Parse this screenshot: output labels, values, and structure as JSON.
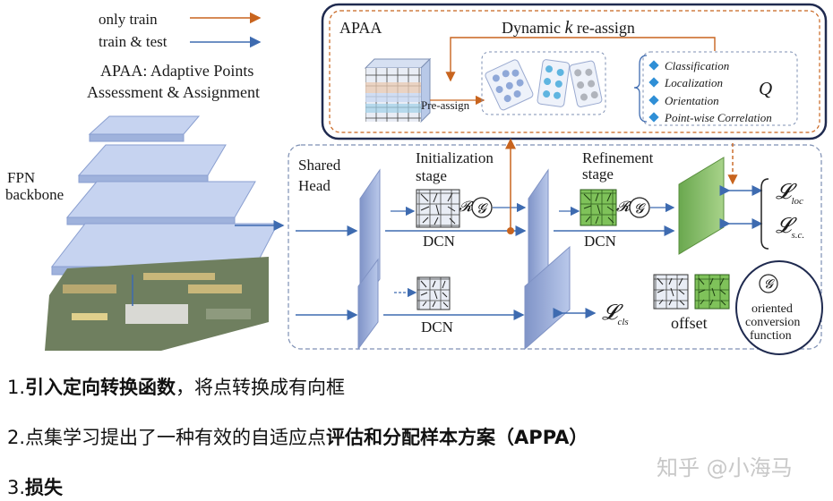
{
  "legend": {
    "only_train": "only train",
    "train_test": "train & test",
    "apaa_line1": "APAA: Adaptive Points",
    "apaa_line2": "Assessment & Assignment"
  },
  "fpn": {
    "line1": "FPN",
    "line2": "backbone"
  },
  "apaa_box": {
    "title": "APAA",
    "dynamic_prefix": "Dynamic ",
    "dynamic_k": "k",
    "dynamic_suffix": " re-assign",
    "pre_assign": "Pre-assign",
    "items": [
      "Classification",
      "Localization",
      "Orientation",
      "Point-wise Correlation"
    ],
    "q": "Q"
  },
  "head": {
    "shared_line1": "Shared",
    "shared_line2": "Head",
    "init_line1": "Initialization",
    "init_line2": "stage",
    "refine_line1": "Refinement",
    "refine_line2": "stage",
    "dcn": "DCN",
    "r": "𝓡",
    "g": "𝓖",
    "loss_loc_main": "𝓛",
    "loss_loc_sub": "loc",
    "loss_sc_main": "𝓛",
    "loss_sc_sub": "s.c.",
    "loss_cls_main": "𝓛",
    "loss_cls_sub": "cls",
    "offset": "offset",
    "oriented_line1": "oriented",
    "oriented_line2": "conversion",
    "oriented_line3": "function"
  },
  "captions": {
    "c1_prefix": "1.",
    "c1_bold": "引入定向转换函数",
    "c1_rest": "，将点转换成有向框",
    "c2_prefix": "2.点集学习提出了一种有效的自适应点",
    "c2_bold": "评估和分配样本方案（APPA）",
    "c3_prefix": "3.",
    "c3_bold": "损失"
  },
  "watermark": "知乎 @小海马",
  "colors": {
    "train_only": "#c8641e",
    "train_test": "#3e6bb0",
    "feature_blue": "#9fb2dc",
    "feature_green": "#8fc46a",
    "dashed_gray": "#7d8fb3"
  }
}
